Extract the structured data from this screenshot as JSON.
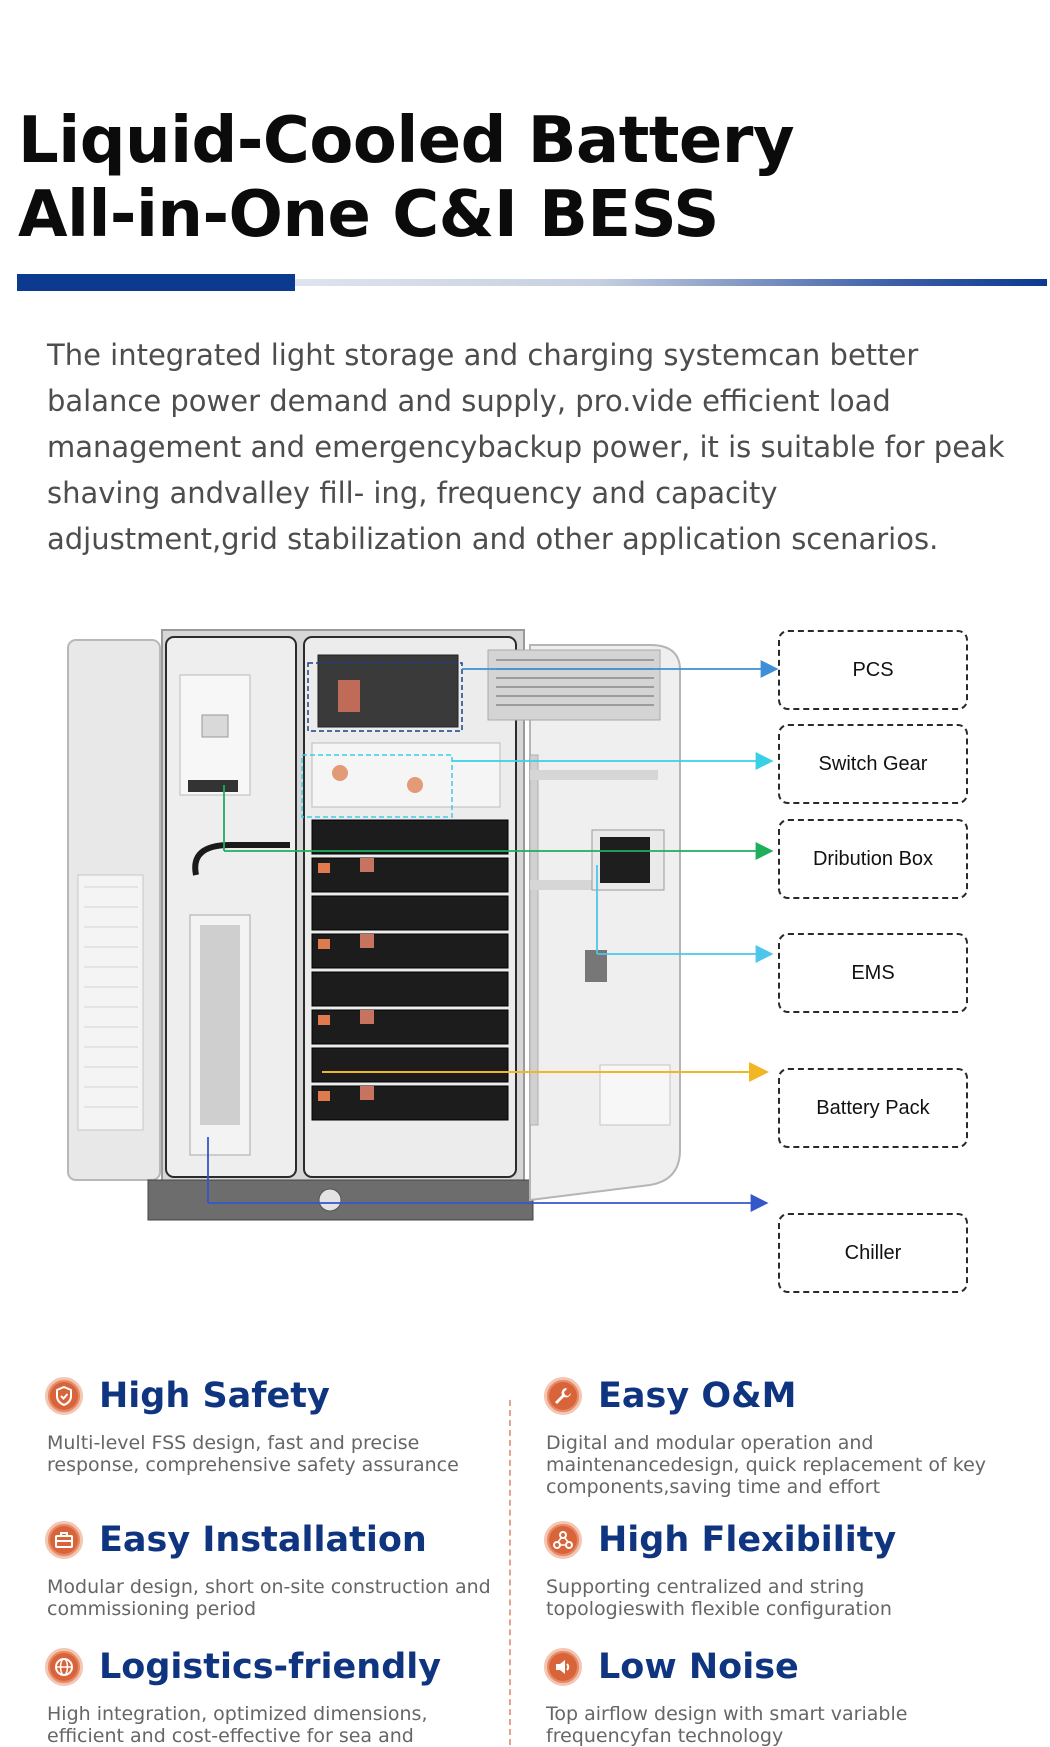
{
  "title": {
    "line1": "Liquid-Cooled Battery",
    "line2": "All-in-One C&I BESS"
  },
  "intro": "The integrated light storage and charging systemcan better balance power demand and supply, pro.vide efficient load management and emergencybackup power, it is suitable for peak shaving andvalley fill- ing, frequency and capacity adjustment,grid stabilization and other application scenarios.",
  "components": [
    {
      "label": "PCS",
      "color": "#3f8fd8"
    },
    {
      "label": "Switch Gear",
      "color": "#39d0e6"
    },
    {
      "label": "Dribution Box",
      "color": "#1fae5b"
    },
    {
      "label": "EMS",
      "color": "#4cc6ea"
    },
    {
      "label": "Battery Pack",
      "color": "#f2b625"
    },
    {
      "label": "Chiller",
      "color": "#3457c9"
    }
  ],
  "features": [
    {
      "title": "High Safety",
      "icon": "shield-icon",
      "desc": "Multi-level FSS design, fast and precise response, comprehensive safety assurance"
    },
    {
      "title": "Easy O&M",
      "icon": "wrench-icon",
      "desc": "Digital and modular operation and maintenancedesign, quick replacement of key components,saving time and effort"
    },
    {
      "title": "Easy Installation",
      "icon": "toolbox-icon",
      "desc": "Modular design, short on-site construction and commissioning period"
    },
    {
      "title": "High Flexibility",
      "icon": "network-icon",
      "desc": "Supporting centralized and string topologieswith flexible configuration"
    },
    {
      "title": "Logistics-friendly",
      "icon": "globe-icon",
      "desc": "High integration, optimized dimensions, efficient and cost-effective for sea and landtransportation"
    },
    {
      "title": "Low Noise",
      "icon": "speaker-icon",
      "desc": "Top airflow design with smart variable frequencyfan technology"
    }
  ],
  "colors": {
    "brand_blue": "#0f3480",
    "accent_orange": "#d9643a"
  }
}
